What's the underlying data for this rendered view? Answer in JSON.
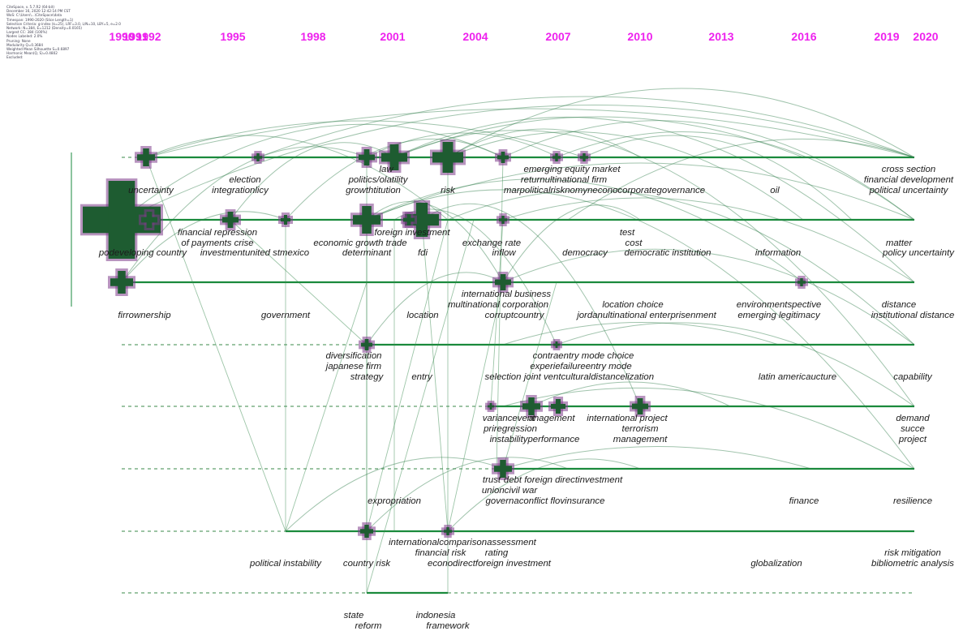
{
  "info_panel": {
    "lines": [
      "CiteSpace, v. 5.7.R2 (64-bit)",
      "December 16, 2020 12:42:14 PM CST",
      "WoS: C:\\Users\\...\\CiteSpace\\data",
      "Timespan: 1990-2020 (Slice Length=1)",
      "Selection Criteria: g-index (k=25), LRF=3.0, L/N=10, LBY=5, e=2.0",
      "Network: N=384, E=1212 (Density=0.0165)",
      "Largest CC: 384 (100%)",
      "Nodes Labeled: 2.0%",
      "Pruning: None",
      "Modularity Q=0.3684",
      "Weighted Mean Silhouette S=0.6897",
      "Harmonic Mean(Q, S)=0.4802",
      "Excluded:"
    ]
  },
  "years": [
    "1990",
    "1991",
    "1992",
    "1995",
    "1998",
    "2001",
    "2004",
    "2007",
    "2010",
    "2013",
    "2016",
    "2019",
    "2020"
  ],
  "labels": [
    "cross section",
    "financial development",
    "political uncertainty",
    "uncertainty",
    "election",
    "integrationlicy",
    "law",
    "politics/olatility",
    "growthtitution",
    "risk",
    "emerging equity market",
    "returnultinational firm",
    "marpoliticalrisknomyneconocorporategovernance",
    "oil",
    "financial repression",
    "of payments crise",
    "investmentunited stmexico",
    "podeveloping country",
    "foreign investment",
    "economic growth trade",
    "determinant",
    "fdi",
    "exchange rate",
    "inflow",
    "test",
    "cost",
    "democracy",
    "democratic institution",
    "information",
    "matter",
    "policy uncertainty",
    "firrownership",
    "government",
    "location",
    "international business",
    "multinational corporation",
    "corruptcountry",
    "location choice",
    "jordanultinational enterprisenment",
    "environmentspective",
    "emerging legitimacy",
    "distance",
    "institutional distance",
    "diversification",
    "japanese firm",
    "strategy",
    "entry",
    "selection",
    "contraentry mode choice",
    "experiefailureentry mode",
    "joint ventculturaldistancelization",
    "latin americaucture",
    "capability",
    "variancevent",
    "anagement",
    "international project",
    "priregression",
    "instabilityperformance",
    "terrorism",
    "management",
    "demand",
    "succe",
    "project",
    "trust",
    "debt foreign directinvestment",
    "unioncivil war",
    "governaconflict flovinsurance",
    "expropriation",
    "finance",
    "resilience",
    "internationalcomparisonassessment",
    "financial risk",
    "rating",
    "econodirectforeign investment",
    "political instability",
    "country risk",
    "globalization",
    "risk mitigation",
    "bibliometric analysis",
    "state",
    "reform",
    "indonesia",
    "framework"
  ]
}
